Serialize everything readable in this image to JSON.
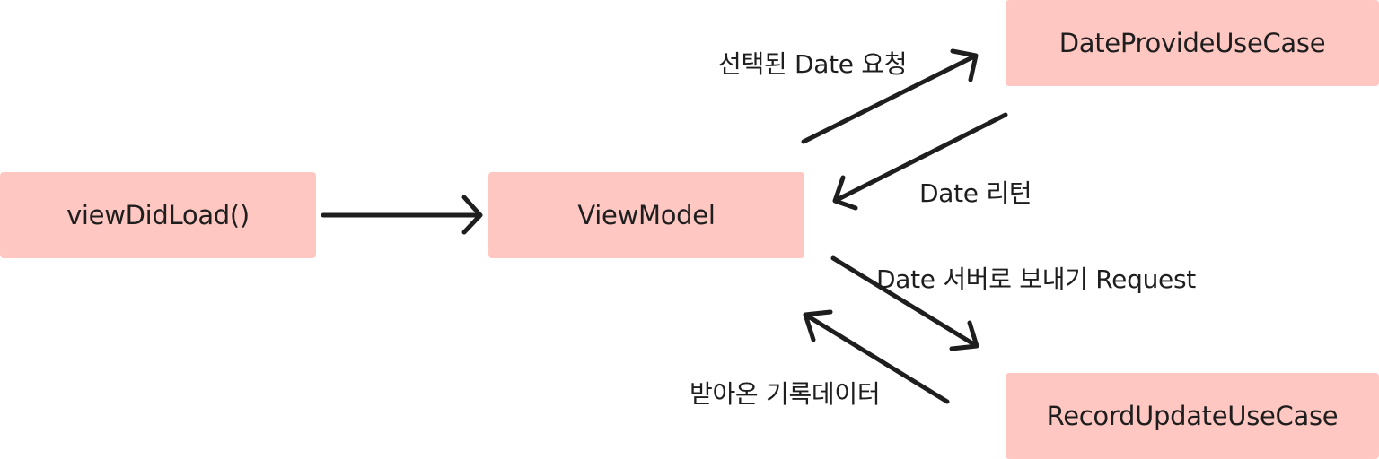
{
  "nodes": {
    "view_did_load": "viewDidLoad()",
    "view_model": "ViewModel",
    "date_provide_use_case": "DateProvideUseCase",
    "record_update_use_case": "RecordUpdateUseCase"
  },
  "edges": {
    "request_selected_date": "선택된 Date 요청",
    "date_return": "Date 리턴",
    "send_date_to_server": "Date 서버로 보내기 Request",
    "received_record_data": "받아온 기록데이터"
  },
  "colors": {
    "node_fill": "#ffc7c2",
    "stroke": "#1e1e1e",
    "text": "#1e1e1e"
  }
}
